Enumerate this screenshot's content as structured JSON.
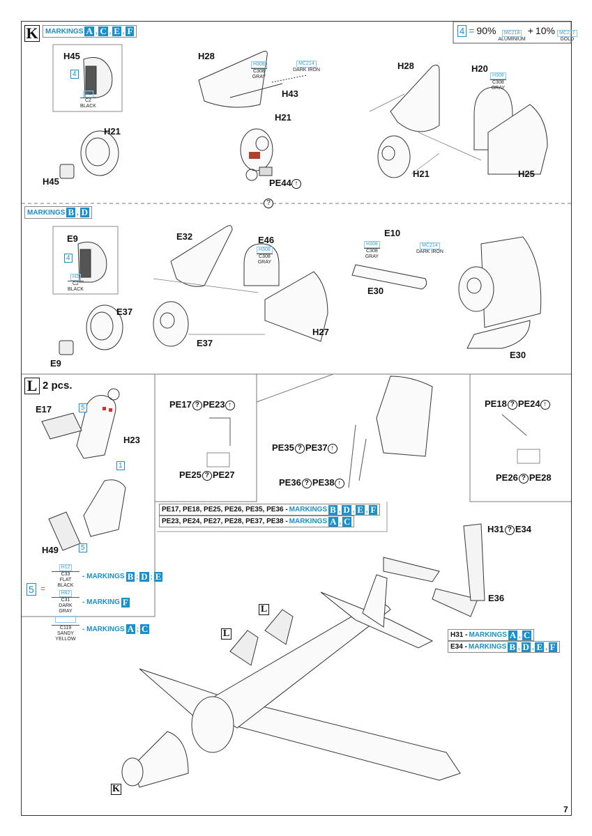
{
  "page_number": "7",
  "step_k": {
    "letter": "K",
    "markings_label": "MARKINGS",
    "markings": [
      "A",
      "C",
      "E",
      "F"
    ],
    "parts": {
      "h45_a": "H45",
      "h28_a": "H28",
      "h43": "H43",
      "h21_a": "H21",
      "h21_b": "H21",
      "h45_b": "H45",
      "pe44": "PE44",
      "h28_b": "H28",
      "h20": "H20",
      "h21_c": "H21",
      "h25": "H25"
    },
    "paint_num": "4",
    "paint_black": {
      "h": "H2",
      "c": "C2",
      "name": "BLACK"
    },
    "paint_gray_a": {
      "h": "H308",
      "c": "C308",
      "name": "GRAY"
    },
    "paint_iron": {
      "mc": "MC214",
      "name": "DARK IRON"
    },
    "paint_gray_b": {
      "h": "H308",
      "c": "C308",
      "name": "GRAY"
    }
  },
  "mix_legend": {
    "num": "4",
    "eq": "=",
    "p1": "90%",
    "mc1": "MC218",
    "n1": "ALUMINIUM",
    "plus": "+",
    "p2": "10%",
    "mc2": "MC217",
    "n2": "GOLD"
  },
  "step_bd": {
    "markings_label": "MARKINGS",
    "markings": [
      "B",
      "D"
    ],
    "parts": {
      "e9_a": "E9",
      "e37_a": "E37",
      "e9_b": "E9",
      "e32": "E32",
      "e46": "E46",
      "e37_b": "E37",
      "h27": "H27",
      "e10": "E10",
      "e30_a": "E30",
      "e30_b": "E30"
    },
    "paint_num": "4",
    "paint_black": {
      "h": "H2",
      "c": "C2",
      "name": "BLACK"
    },
    "paint_gray_a": {
      "h": "H308",
      "c": "C308",
      "name": "GRAY"
    },
    "paint_gray_b": {
      "h": "H308",
      "c": "C308",
      "name": "GRAY"
    },
    "paint_iron": {
      "mc": "MC214",
      "name": "DARK IRON"
    }
  },
  "step_l": {
    "letter": "L",
    "qty": "2 pcs.",
    "parts": {
      "e17": "E17",
      "h23": "H23",
      "h49": "H49"
    },
    "num5a": "5",
    "num1": "1",
    "num5b": "5",
    "pe_groups": {
      "g1": [
        "PE17",
        "PE23"
      ],
      "g2": [
        "PE25",
        "PE27"
      ],
      "g3": [
        "PE35",
        "PE37"
      ],
      "g4": [
        "PE36",
        "PE38"
      ],
      "g5": [
        "PE18",
        "PE24"
      ],
      "g6": [
        "PE26",
        "PE28"
      ]
    },
    "pe_note_1": {
      "parts": "PE17, PE18, PE25, PE26, PE35, PE36 -",
      "label": "MARKINGS",
      "markings": [
        "B",
        "D",
        "E",
        "F"
      ]
    },
    "pe_note_2": {
      "parts": "PE23, PE24, PE27, PE28, PE37, PE38 -",
      "label": "MARKINGS",
      "markings": [
        "A",
        "C"
      ]
    }
  },
  "color5_legend": {
    "num": "5",
    "eq": "=",
    "rows": [
      {
        "h": "H12",
        "c": "C33",
        "name": "FLAT BLACK",
        "label": "- MARKINGS",
        "markings": [
          "B",
          "D",
          "E"
        ]
      },
      {
        "h": "H82",
        "c": "C31",
        "name": "DARK GRAY",
        "label": "- MARKING",
        "markings": [
          "F"
        ]
      },
      {
        "h": "",
        "c": "C119",
        "name": "SANDY YELLOW",
        "label": "- MARKINGS",
        "markings": [
          "A",
          "C"
        ]
      }
    ]
  },
  "final": {
    "h31_e34": [
      "H31",
      "E34"
    ],
    "e36": "E36",
    "note_h31": {
      "part": "H31 -",
      "label": "MARKINGS",
      "markings": [
        "A",
        "C"
      ]
    },
    "note_e34": {
      "part": "E34 -",
      "label": "MARKINGS",
      "markings": [
        "B",
        "D",
        "E",
        "F"
      ]
    },
    "step_l_ref": "L",
    "step_k_ref": "K"
  }
}
